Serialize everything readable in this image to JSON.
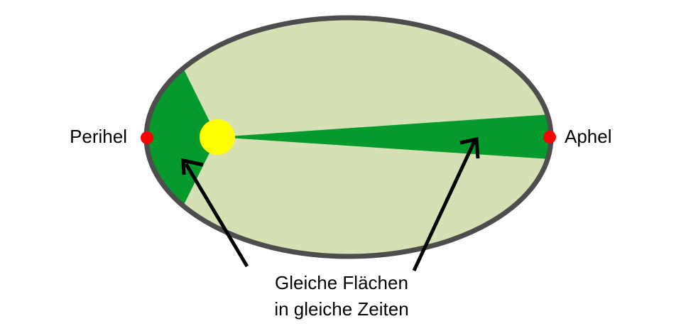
{
  "labels": {
    "perihelion": "Perihel",
    "aphelion": "Aphel",
    "caption_line1": "Gleiche Flächen",
    "caption_line2": "in gleiche Zeiten"
  },
  "colors": {
    "orbit_fill": "#d5e0b5",
    "orbit_stroke": "#4d4d4d",
    "swept_area": "#049a2c",
    "sun": "#ffff00",
    "apsis_points": "#ff0000",
    "arrows": "#000000"
  }
}
